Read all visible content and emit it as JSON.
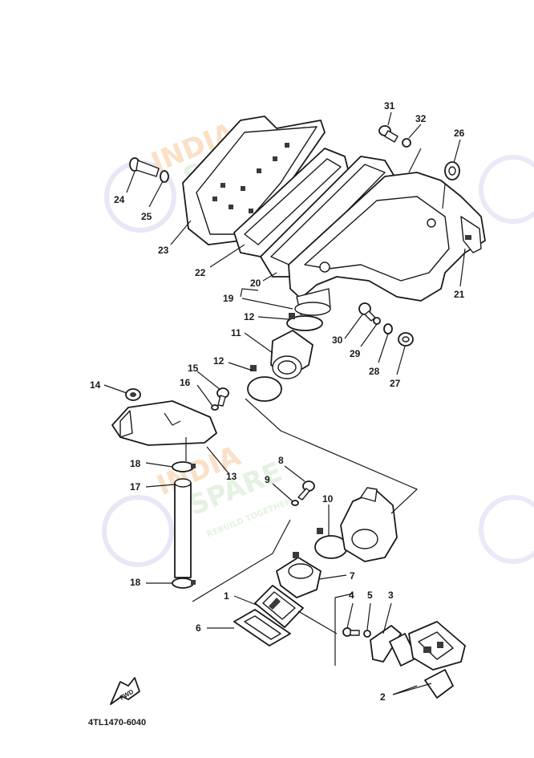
{
  "watermark": {
    "brand_lines": [
      "INDIA",
      "SPARE"
    ],
    "tagline": "REBUILD TOGETHER",
    "color_primary": "#f7c79b",
    "color_secondary": "#cfe9c9",
    "color_icon": "#d4d4ef"
  },
  "diagram_code": "4TL1470-6040",
  "fwd_label": "FWD",
  "callouts": {
    "c1": "1",
    "c2": "2",
    "c3": "3",
    "c4": "4",
    "c5": "5",
    "c6": "6",
    "c7": "7",
    "c8": "8",
    "c9": "9",
    "c10": "10",
    "c11": "11",
    "c12a": "12",
    "c12b": "12",
    "c13": "13",
    "c14": "14",
    "c15": "15",
    "c16": "16",
    "c17": "17",
    "c18a": "18",
    "c18b": "18",
    "c19": "19",
    "c20": "20",
    "c21": "21",
    "c22": "22",
    "c23": "23",
    "c24": "24",
    "c25": "25",
    "c26": "26",
    "c27": "27",
    "c28": "28",
    "c29": "29",
    "c30": "30",
    "c31": "31",
    "c32": "32"
  }
}
